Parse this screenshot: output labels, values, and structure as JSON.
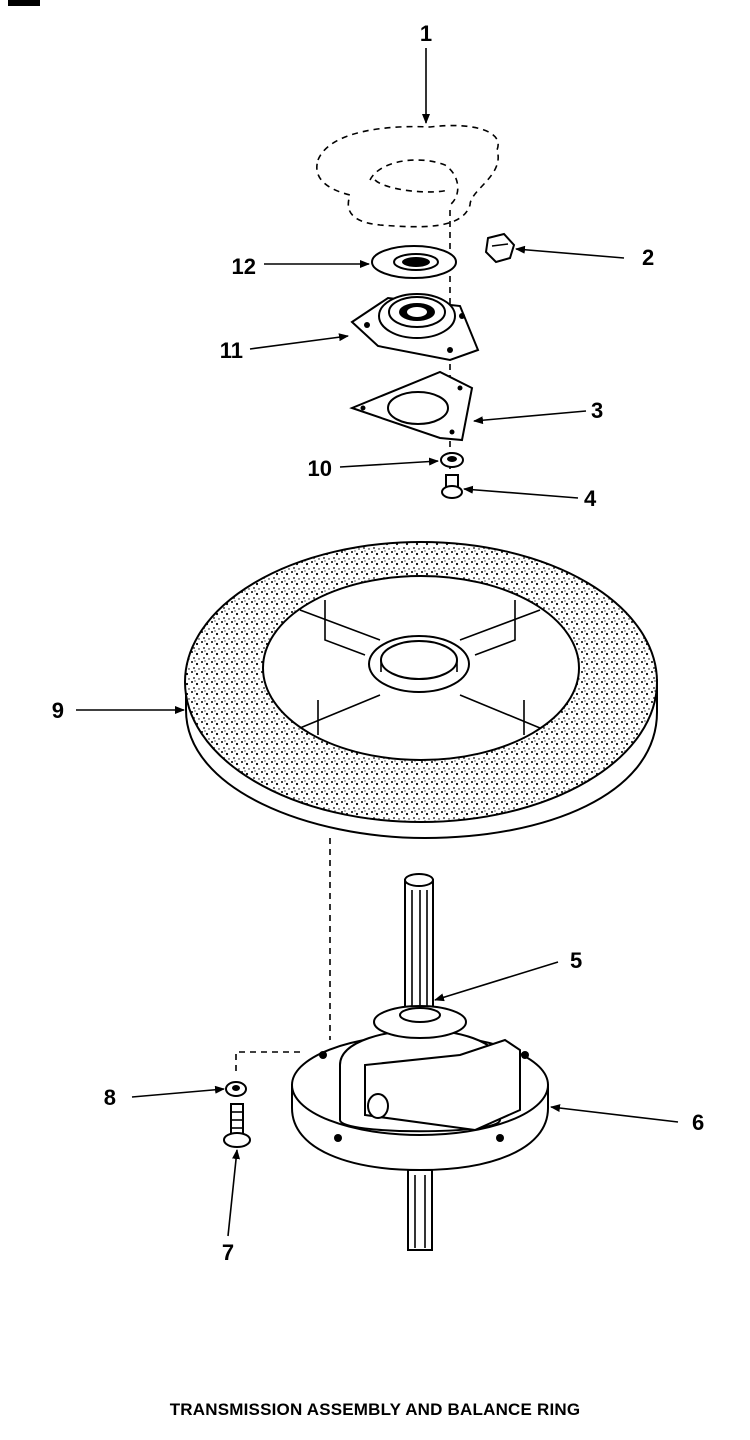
{
  "title": "TRANSMISSION ASSEMBLY AND BALANCE RING",
  "callouts": {
    "c1": "1",
    "c2": "2",
    "c3": "3",
    "c4": "4",
    "c5": "5",
    "c6": "6",
    "c7": "7",
    "c8": "8",
    "c9": "9",
    "c10": "10",
    "c11": "11",
    "c12": "12"
  }
}
